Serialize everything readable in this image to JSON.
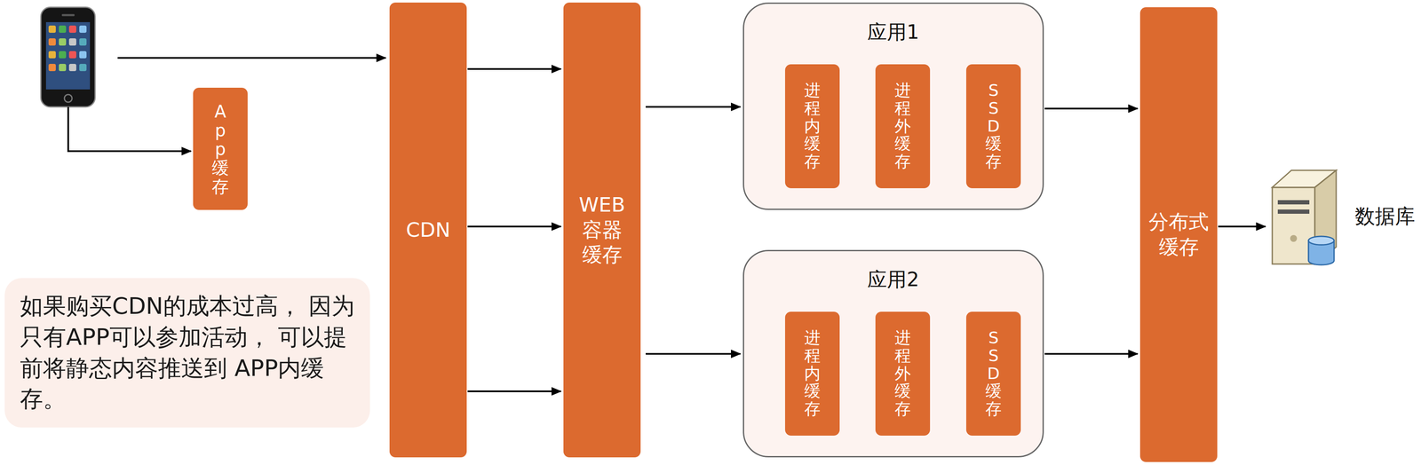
{
  "diagram": {
    "nodes": [
      {
        "text": [
          "App 缓存"
        ]
      },
      {
        "text": [
          "如果购买CDN的成本过高， 因为只有APP可以参加活动， 可以提前将静态内容推送到 APP内缓存。"
        ]
      },
      {
        "text": [
          "CDN"
        ]
      },
      {
        "text": [
          "WEB 容器 缓存"
        ]
      },
      {
        "text": [
          "应用1"
        ]
      },
      {
        "text": [
          "进程内缓存"
        ],
        "in": 4
      },
      {
        "text": [
          "进程外缓存"
        ],
        "in": 4
      },
      {
        "text": [
          "SSD 缓存"
        ],
        "in": 4
      },
      {
        "text": [
          "应用2"
        ]
      },
      {
        "text": [
          "进程内缓存"
        ],
        "in": 8
      },
      {
        "text": [
          "进程外缓存"
        ],
        "in": 8
      },
      {
        "text": [
          "SSD 缓存"
        ],
        "in": 8
      },
      {
        "text": [
          "分布式 缓存"
        ]
      },
      {
        "text": [
          "数据库"
        ]
      }
    ],
    "edges": [
      {
        "from": 2,
        "to": 3,
        "arrow": "to"
      },
      {
        "from": 2,
        "to": 3,
        "arrow": "to"
      },
      {
        "from": 2,
        "to": 3,
        "arrow": "to"
      },
      {
        "from": 3,
        "to": 4,
        "arrow": "to"
      },
      {
        "from": 3,
        "to": 8,
        "arrow": "to"
      },
      {
        "from": 4,
        "to": 12,
        "arrow": "to"
      },
      {
        "from": 8,
        "to": 12,
        "arrow": "to"
      },
      {
        "from": 12,
        "to": 13,
        "arrow": "to"
      }
    ]
  }
}
